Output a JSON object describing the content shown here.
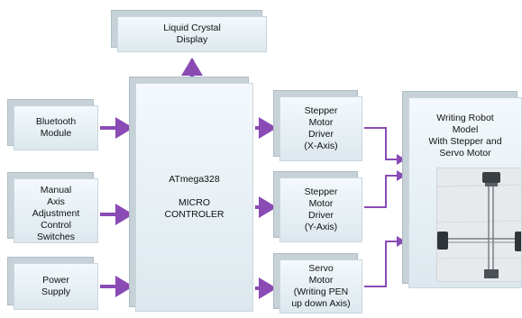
{
  "blocks": {
    "lcd": "Liquid Crystal\nDisplay",
    "bluetooth": "Bluetooth\nModule",
    "manual": "Manual\nAxis\nAdjustment\nControl\nSwitches",
    "power": "Power\nSupply",
    "mcu": "ATmega328\n\nMICRO\nCONTROLER",
    "stepper_x": "Stepper\nMotor\nDriver\n(X-Axis)",
    "stepper_y": "Stepper\nMotor\nDriver\n(Y-Axis)",
    "servo": "Servo\nMotor\n(Writing PEN\nup down Axis)",
    "robot": "Writing Robot\nModel\nWith Stepper and\nServo Motor"
  },
  "colors": {
    "arrow": "#8a4bb5",
    "box_fill": "#e8f1f5",
    "box_shadow": "#c7d2d8"
  },
  "icons": {
    "robot_photo": "writing-robot-photo"
  }
}
